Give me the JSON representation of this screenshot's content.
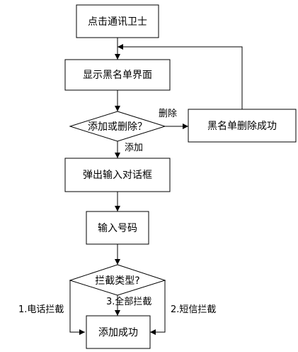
{
  "nodes": {
    "start": "点击通讯卫士",
    "show_blacklist": "显示黑名单界面",
    "add_or_delete": "添加或删除？",
    "delete_success": "黑名单删除成功",
    "input_dialog": "弹出输入对话框",
    "input_number": "输入号码",
    "block_type": "拦截类型?",
    "add_success": "添加成功"
  },
  "edges": {
    "delete": "删除",
    "add": "添加",
    "call_block": "1.电话拦截",
    "all_block": "3.全部拦截",
    "sms_block": "2.短信拦截"
  }
}
